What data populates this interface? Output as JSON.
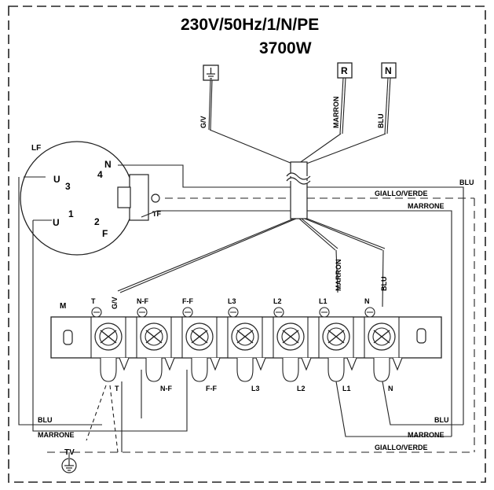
{
  "header": {
    "supply": "230V/50Hz/1/N/PE",
    "power": "3700W"
  },
  "terminals_top": [
    {
      "name": "ground-terminal",
      "glyph": "⏚"
    },
    {
      "name": "r-terminal",
      "text": "R"
    },
    {
      "name": "n-terminal",
      "text": "N"
    }
  ],
  "cable_labels": {
    "gv": "G/V",
    "marron": "MARRON",
    "blu": "BLU"
  },
  "switch": {
    "label": "LF",
    "contacts": {
      "u3": "U3",
      "n4": "N4",
      "u1": "U1",
      "f2": "F2"
    },
    "tf": "TF"
  },
  "right_labels": {
    "blu": "BLU",
    "giallo": "GIALLO/VERDE",
    "marrone": "MARRONE"
  },
  "block": {
    "label": "M",
    "top_labels": [
      "T",
      "N-F",
      "F-F",
      "L3",
      "L2",
      "L1",
      "N"
    ],
    "bottom_labels": [
      "T",
      "N-F",
      "F-F",
      "L3",
      "L2",
      "L1",
      "N"
    ],
    "wire_gv": "G/V",
    "wire_marron": "MARRON",
    "wire_blu": "BLU"
  },
  "bottom_labels": {
    "blu_left": "BLU",
    "marrone_left": "MARRONE",
    "blu_right": "BLU",
    "marrone_right": "MARRONE",
    "giallo_right": "GIALLO/VERDE",
    "tv": "TV"
  }
}
